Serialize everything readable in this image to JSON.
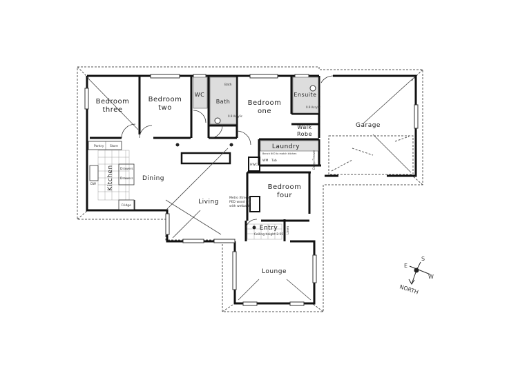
{
  "floor_plan": {
    "rooms": [
      {
        "id": "bedroom-three",
        "label_line1": "Bedroom",
        "label_line2": "three"
      },
      {
        "id": "bedroom-two",
        "label_line1": "Bedroom",
        "label_line2": "two"
      },
      {
        "id": "wc",
        "label_line1": "WC"
      },
      {
        "id": "bath",
        "label_line1": "Bath"
      },
      {
        "id": "bedroom-one",
        "label_line1": "Bedroom",
        "label_line2": "one"
      },
      {
        "id": "ensuite",
        "label_line1": "Ensuite"
      },
      {
        "id": "walk-robe",
        "label_line1": "Walk",
        "label_line2": "Robe"
      },
      {
        "id": "garage",
        "label_line1": "Garage"
      },
      {
        "id": "laundry",
        "label_line1": "Laundry"
      },
      {
        "id": "dining",
        "label_line1": "Dining"
      },
      {
        "id": "kitchen",
        "label_line1": "Kitchen"
      },
      {
        "id": "living",
        "label_line1": "Living"
      },
      {
        "id": "bedroom-four",
        "label_line1": "Bedroom",
        "label_line2": "four"
      },
      {
        "id": "entry",
        "label_line1": "Entry",
        "label_line2": "Ceiling height 2.55"
      },
      {
        "id": "lounge",
        "label_line1": "Lounge"
      }
    ],
    "fixtures": {
      "bath_tub": "Bath",
      "bath_shower": "0.9 Acrylic",
      "ensuite_shower": "0.9 Acrylic",
      "pantry": "Pantry",
      "store": "Store",
      "drawers1": "Drawers",
      "drawers2": "Drawers",
      "fridge": "Fridge",
      "dishwasher": "DW",
      "wm": "WM",
      "tub": "Tub",
      "deep_freeze": "Deep Freeze",
      "hwc": "HWC",
      "heater_note_1": "Metro Xtreme",
      "heater_note_2": "PED wood fire",
      "heater_note_3": "with wetback",
      "laundry_bench": "Bench 600 to match kitchen",
      "linen": "Linen"
    },
    "compass": {
      "north": "NORTH",
      "south": "S",
      "east": "E",
      "west": "W"
    }
  }
}
